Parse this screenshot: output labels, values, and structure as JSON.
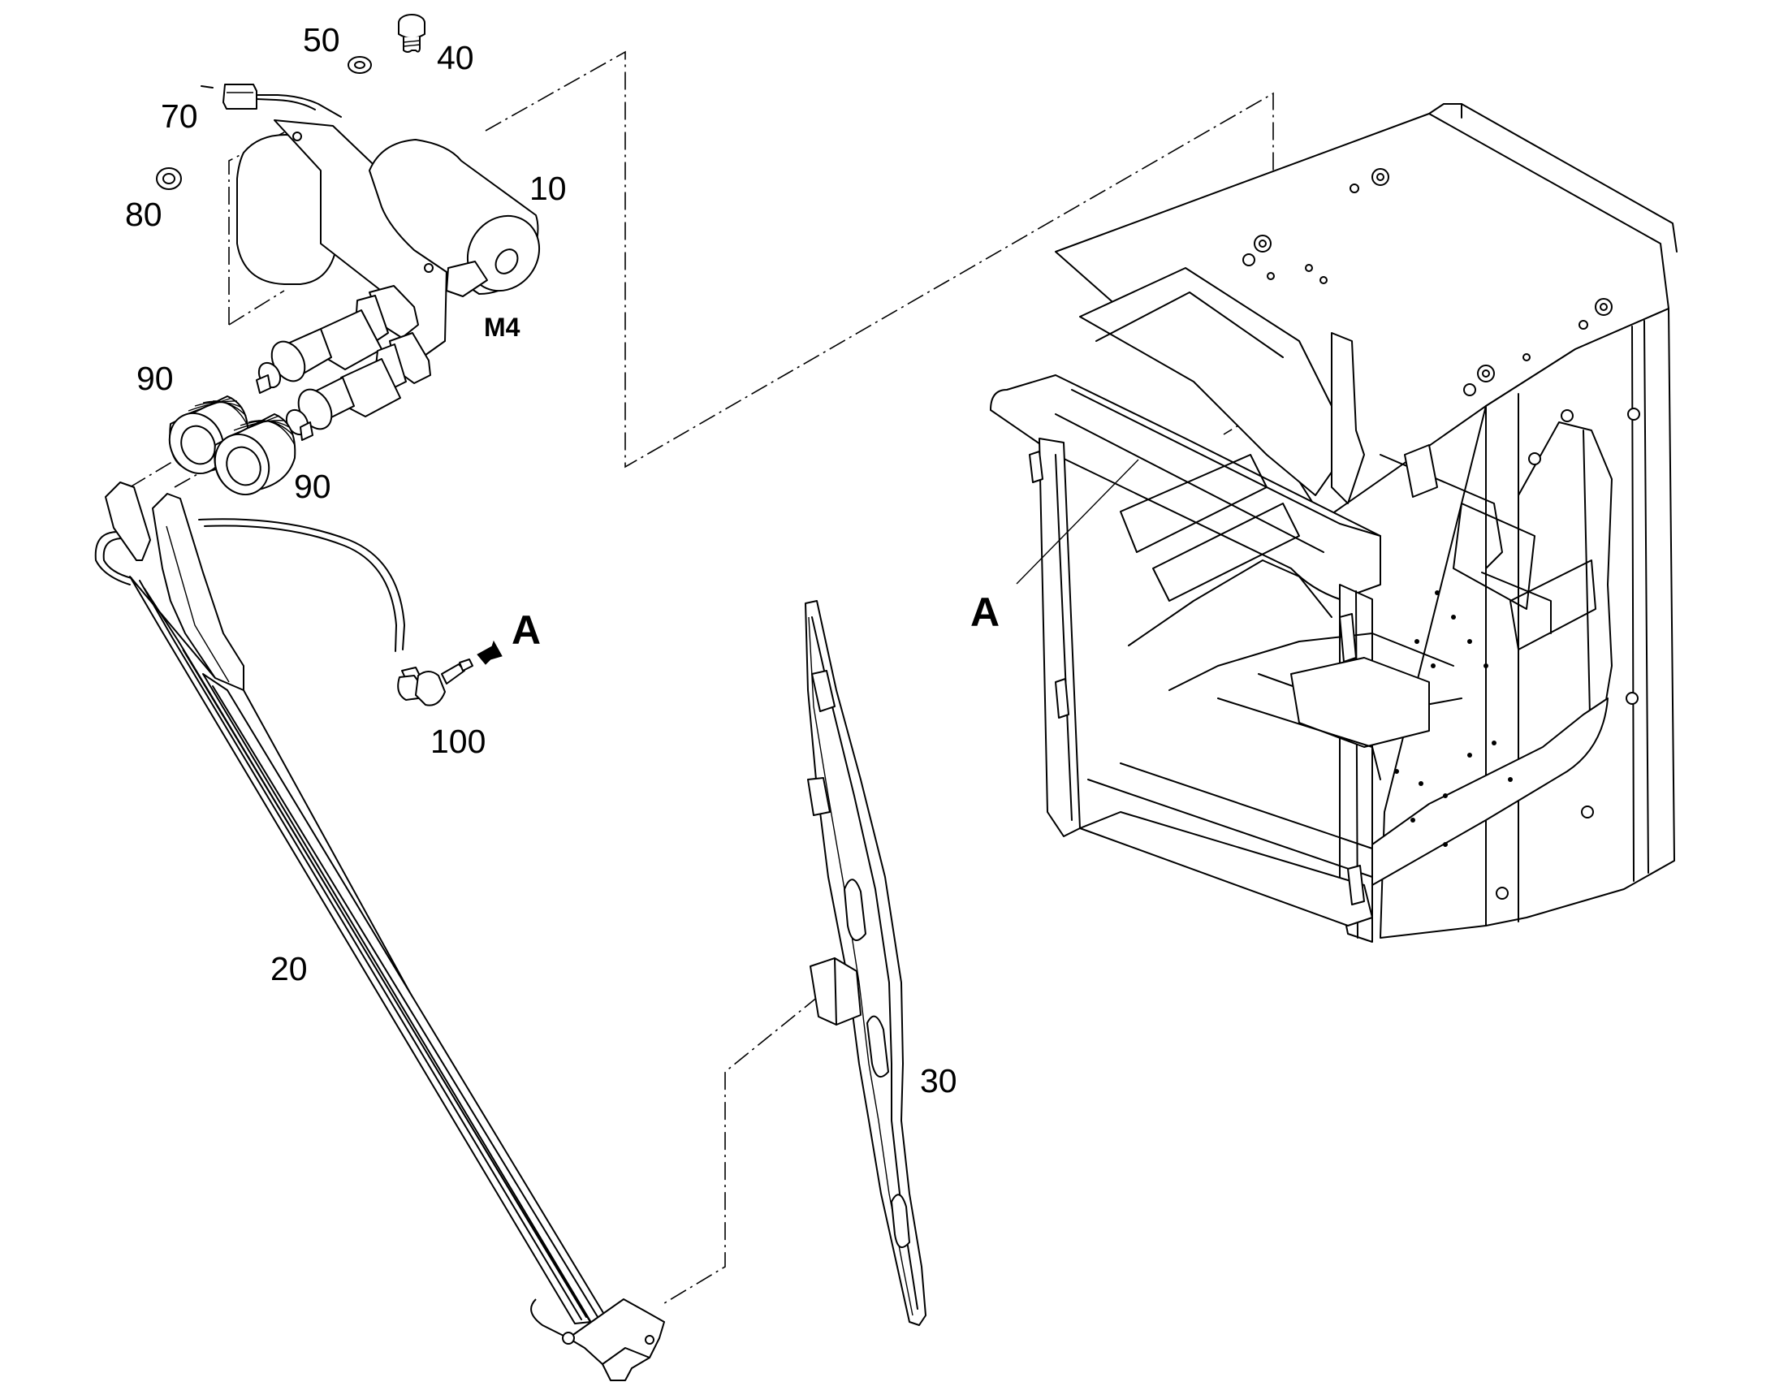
{
  "diagram": {
    "callouts": {
      "p10": "10",
      "p20": "20",
      "p30": "30",
      "p40": "40",
      "p50": "50",
      "p70": "70",
      "p80": "80",
      "p90a": "90",
      "p90b": "90",
      "p100": "100",
      "m4": "M4",
      "ref_a_arrow": "A",
      "ref_a_cab": "A"
    },
    "parts": [
      {
        "id": "10",
        "name": "wiper-motor"
      },
      {
        "id": "20",
        "name": "wiper-arm"
      },
      {
        "id": "30",
        "name": "wiper-blade"
      },
      {
        "id": "40",
        "name": "screw"
      },
      {
        "id": "50",
        "name": "washer"
      },
      {
        "id": "70",
        "name": "connector"
      },
      {
        "id": "80",
        "name": "nut"
      },
      {
        "id": "90",
        "name": "spring-cap"
      },
      {
        "id": "100",
        "name": "washer-nozzle"
      }
    ],
    "colors": {
      "line": "#000000",
      "background": "#ffffff"
    }
  }
}
